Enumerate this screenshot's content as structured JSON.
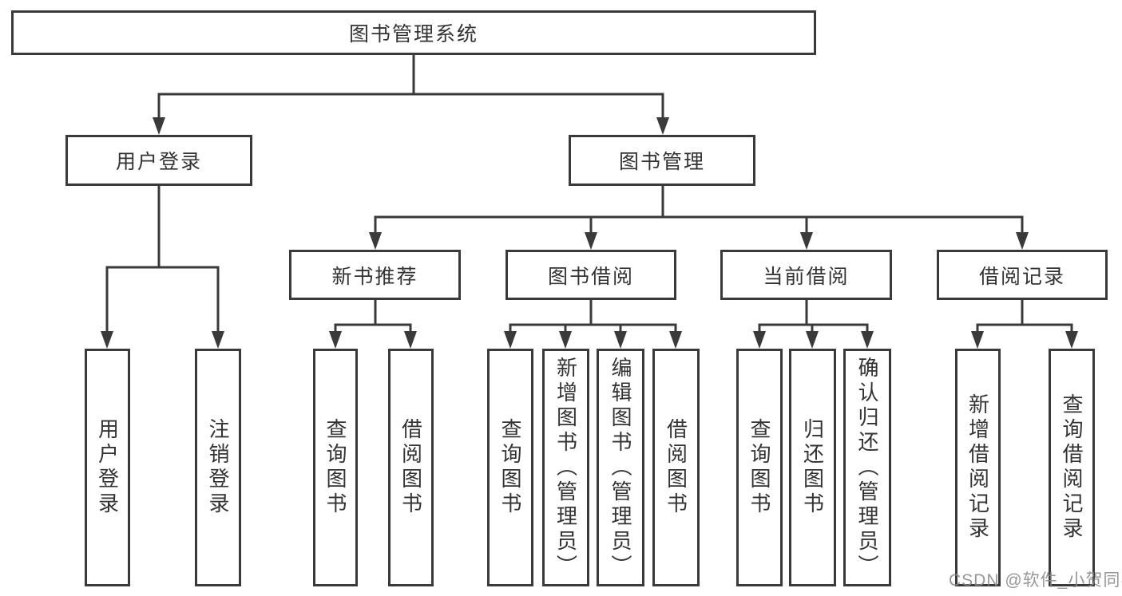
{
  "tree": {
    "root": "图书管理系统",
    "branches": [
      {
        "label": "用户登录",
        "children": [
          "用户登录",
          "注销登录"
        ]
      },
      {
        "label": "图书管理",
        "children": [
          {
            "label": "新书推荐",
            "children": [
              "查询图书",
              "借阅图书"
            ]
          },
          {
            "label": "图书借阅",
            "children": [
              "查询图书",
              "新增图书（管理员）",
              "编辑图书（管理员）",
              "借阅图书"
            ]
          },
          {
            "label": "当前借阅",
            "children": [
              "查询图书",
              "归还图书",
              "确认归还（管理员）"
            ]
          },
          {
            "label": "借阅记录",
            "children": [
              "新增借阅记录",
              "查询借阅记录"
            ]
          }
        ]
      }
    ]
  },
  "watermark": "CSDN @软件_小贺同学",
  "colors": {
    "line": "#3a3a3a",
    "box_border": "#3a3a3a",
    "text": "#333333",
    "watermark_text": "#8c8c8c",
    "background": "#ffffff"
  }
}
